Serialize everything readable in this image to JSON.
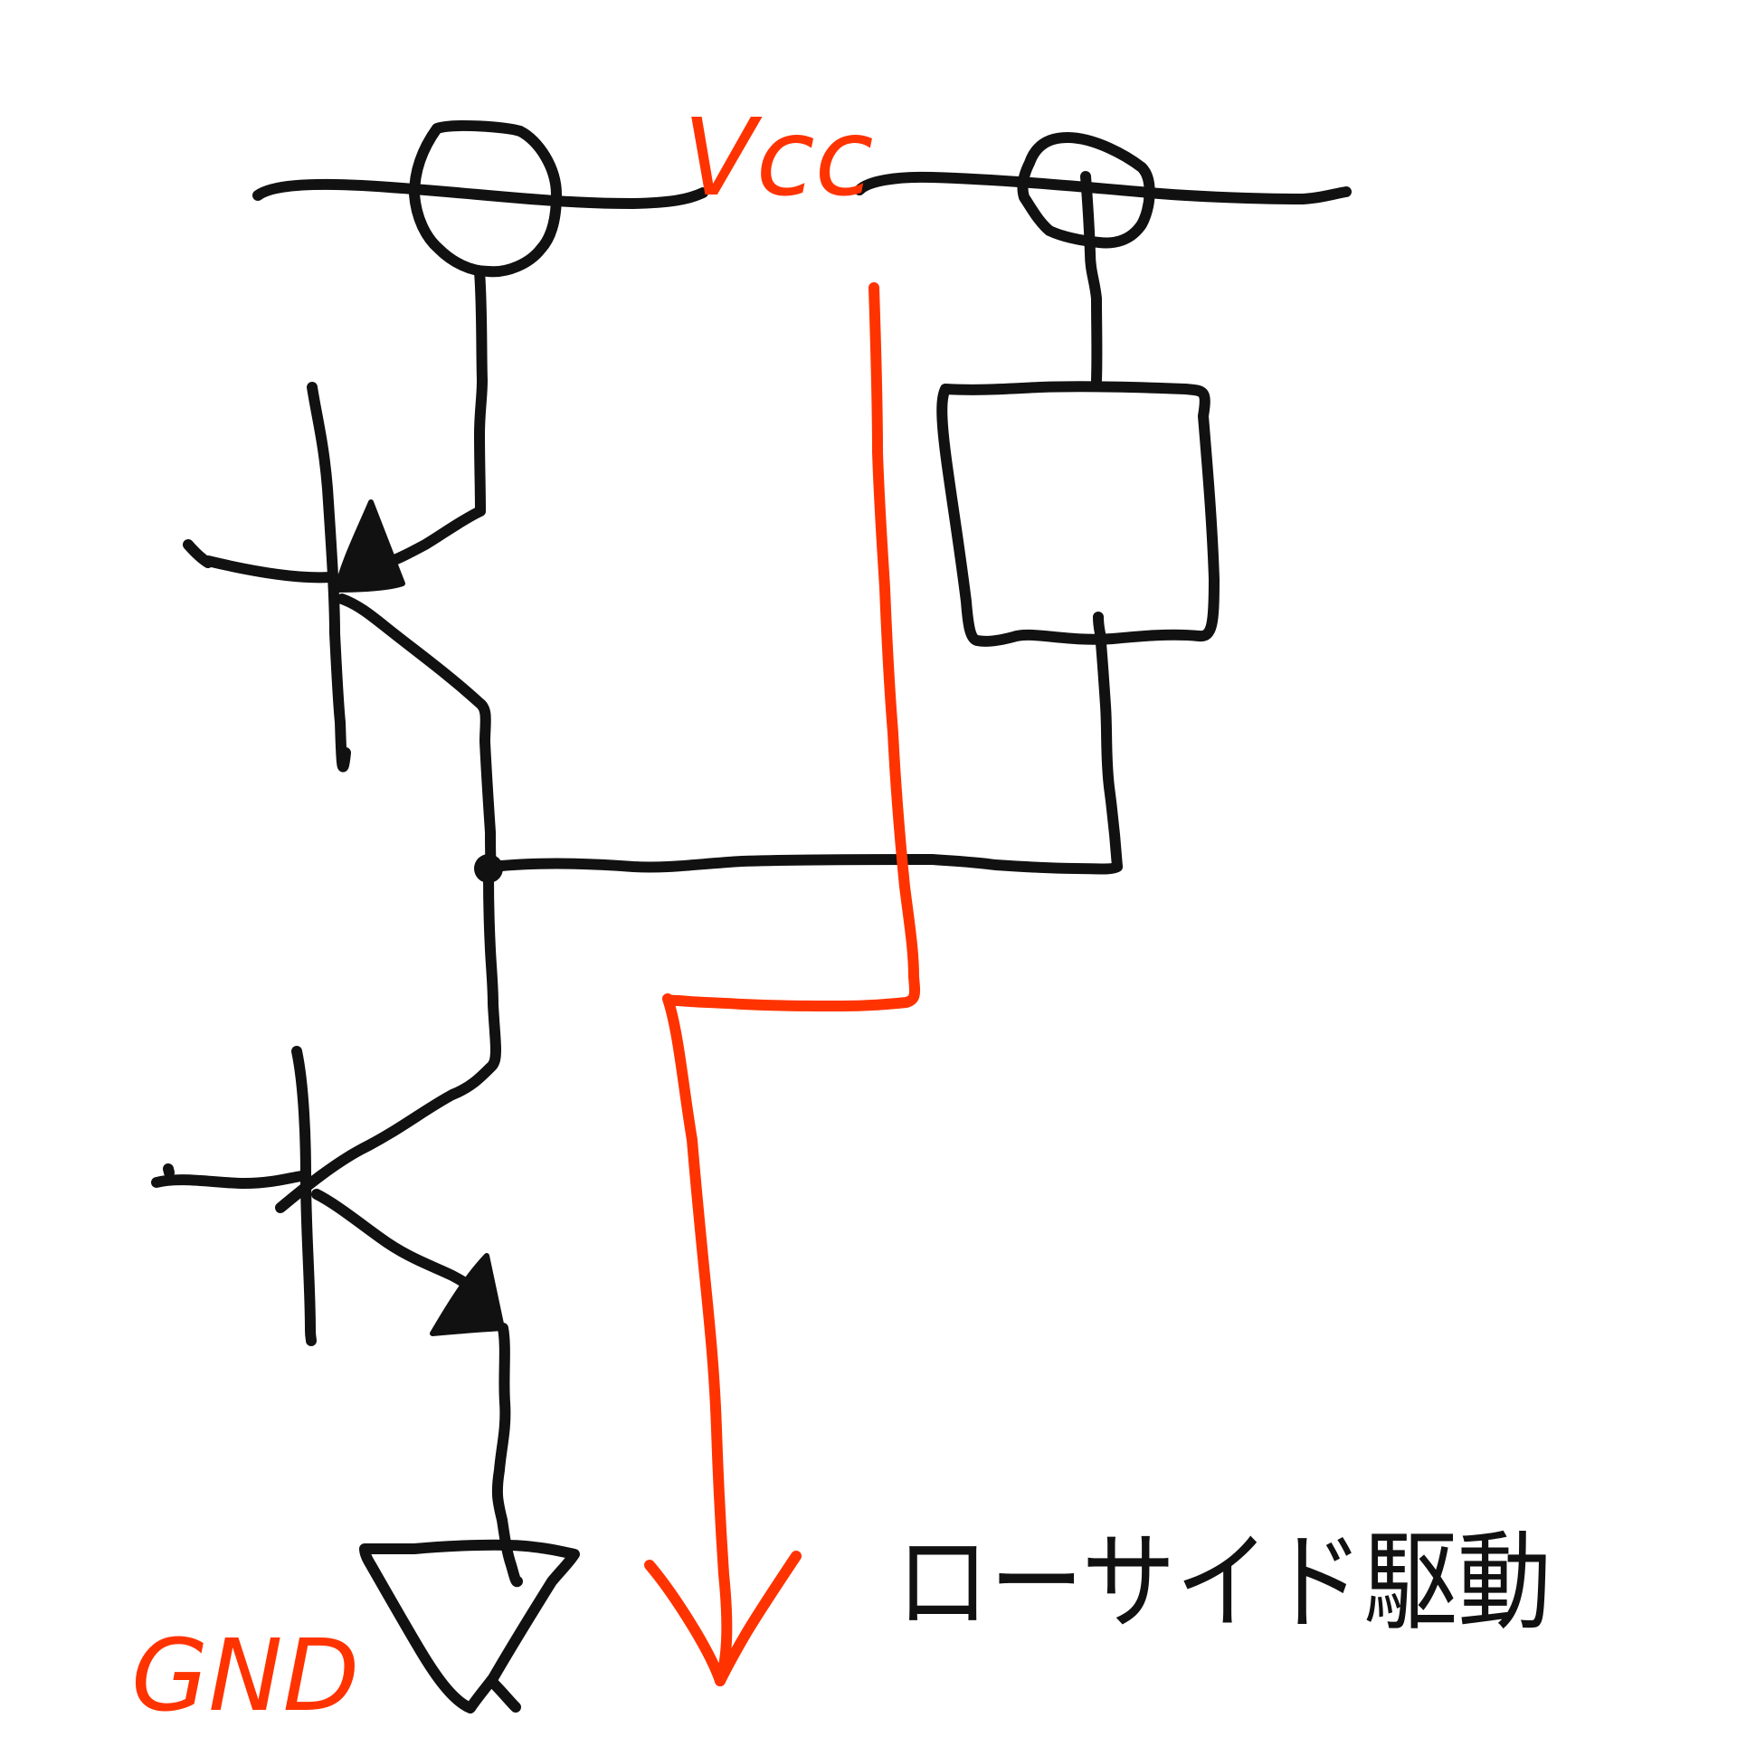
{
  "labels": {
    "vcc": "Vcc",
    "gnd": "GND",
    "caption": "ローサイド駆動"
  },
  "colors": {
    "wire": "#111111",
    "current_path": "#ff3300",
    "label": "#ff3300"
  }
}
